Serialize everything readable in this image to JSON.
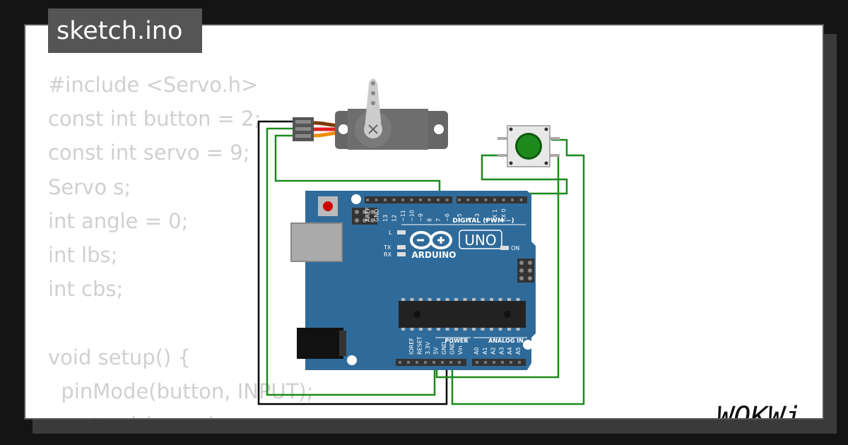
{
  "header": {
    "file_tab": "sketch.ino"
  },
  "code": {
    "lines": [
      "#include <Servo.h>",
      "const int button = 2;",
      "const int servo = 9;",
      "Servo s;",
      "int angle = 0;",
      "int lbs;",
      "int cbs;",
      "",
      "void setup() {",
      "  pinMode(button, INPUT);",
      "  s.attach(servo);"
    ]
  },
  "board": {
    "brand": "ARDUINO",
    "model": "UNO",
    "digital_label": "DIGITAL (PWM ~)",
    "power_label": "POWER",
    "analog_label": "ANALOG IN",
    "on_label": "ON",
    "led_l": "L",
    "led_tx": "TX",
    "led_rx": "RX",
    "top_pins": [
      "AREF",
      "GND",
      "13",
      "12",
      "~11",
      "~10",
      "~9",
      "8",
      "7",
      "~6",
      "~5",
      "4",
      "~3",
      "2",
      "TX 1",
      "RX 0"
    ],
    "power_pins": [
      "IOREF",
      "RESET",
      "3.3V",
      "5V",
      "GND",
      "GND",
      "Vin"
    ],
    "analog_pins": [
      "A0",
      "A1",
      "A2",
      "A3",
      "A4",
      "A5"
    ],
    "color": "#2f6b9a"
  },
  "components": {
    "servo_color": "#666666",
    "button_cap_color": "#1e8a1e"
  },
  "wires": {
    "signal_color": "#1a8a1a",
    "ground_color": "#000000"
  },
  "logo": {
    "text": "WOKWi"
  }
}
